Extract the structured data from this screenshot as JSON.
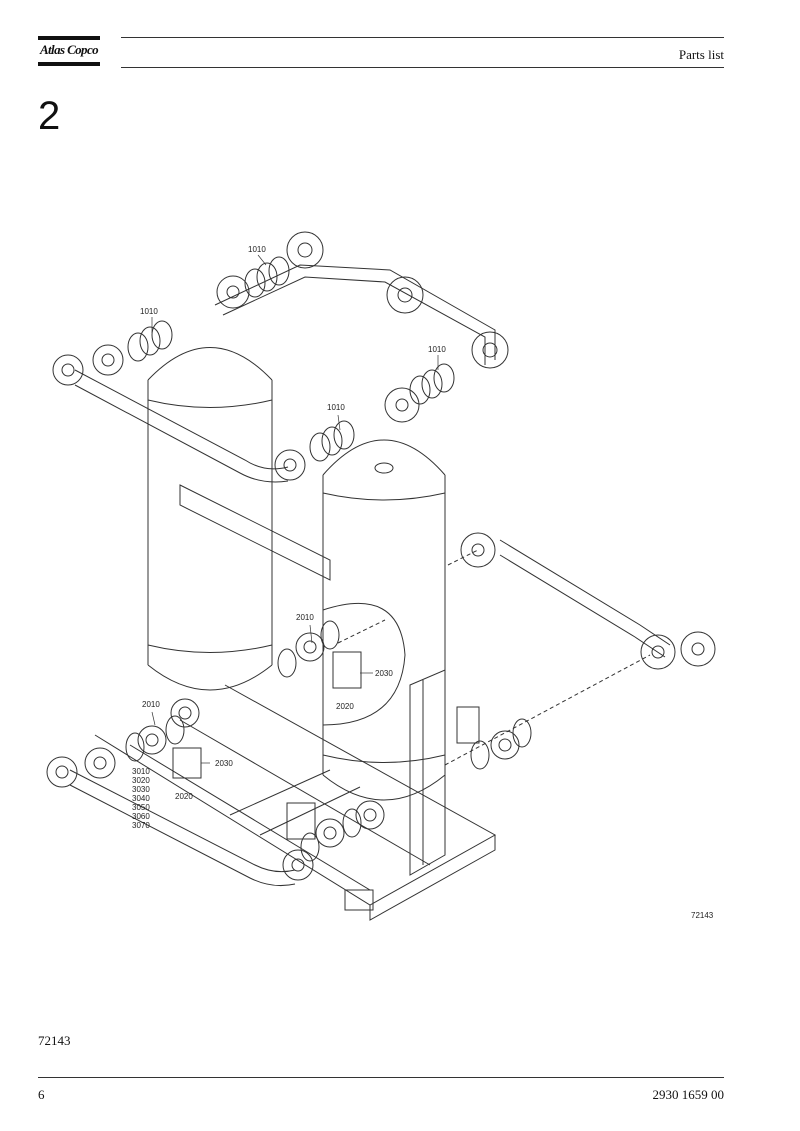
{
  "header": {
    "brand": "Atlas Copco",
    "title": "Parts list"
  },
  "section_number": "2",
  "figure": {
    "drawing_number": "72143",
    "callouts": {
      "c1010": "1010",
      "c2010": "2010",
      "c2020": "2020",
      "c2030": "2030",
      "c3010": "3010",
      "c3020": "3020",
      "c3030": "3030",
      "c3040": "3040",
      "c3050": "3050",
      "c3060": "3060",
      "c3070": "3070"
    }
  },
  "caption": "72143",
  "footer": {
    "page_number": "6",
    "document_number": "2930 1659 00"
  }
}
